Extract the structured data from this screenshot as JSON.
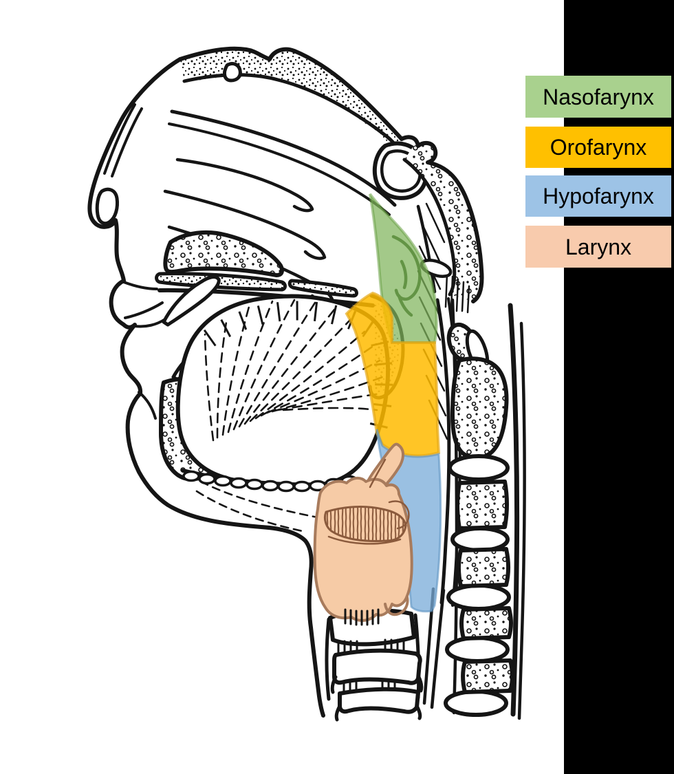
{
  "page": {
    "background": "#ffffff",
    "sidebar_color": "#000000"
  },
  "legend": {
    "items": [
      {
        "label": "Nasofarynx",
        "color": "#A9D18E"
      },
      {
        "label": "Orofarynx",
        "color": "#FFC000"
      },
      {
        "label": "Hypofarynx",
        "color": "#9DC3E6"
      },
      {
        "label": "Larynx",
        "color": "#F8CBAD"
      }
    ]
  },
  "illustration": {
    "regions": [
      {
        "name": "nasopharynx",
        "fill": "#7FB45C"
      },
      {
        "name": "oropharynx",
        "fill": "#FFBB00"
      },
      {
        "name": "hypopharynx",
        "fill": "#78ABD8"
      },
      {
        "name": "larynx",
        "fill": "#F6CBA6"
      }
    ],
    "region_outline_colors": {
      "nasopharynx": "#6AA046",
      "oropharynx": "#E5A816",
      "hypopharynx": "#5E93C2",
      "larynx": "#A87B5C"
    }
  }
}
